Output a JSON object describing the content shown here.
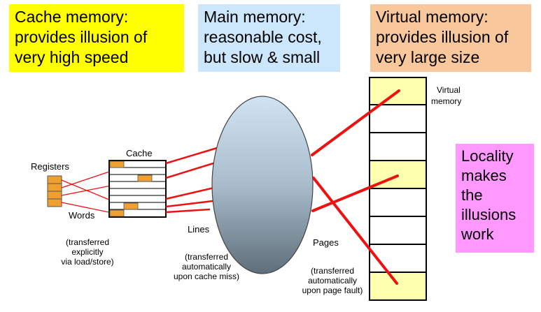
{
  "callouts": {
    "cache": [
      "Cache memory:",
      "provides illusion of",
      "very high speed"
    ],
    "main": [
      "Main memory:",
      "reasonable cost,",
      "but slow & small"
    ],
    "virtual": [
      "Virtual memory:",
      "provides illusion of",
      "very large size"
    ],
    "locality": [
      "Locality",
      "makes",
      "the",
      "illusions",
      "work"
    ]
  },
  "labels": {
    "registers": "Registers",
    "cache": "Cache",
    "words": "Words",
    "lines": "Lines",
    "pages": "Pages",
    "virtual_memory": [
      "Virtual",
      "memory"
    ]
  },
  "notes": {
    "words": [
      "(transferred",
      "explicitly",
      "via load/store)"
    ],
    "lines": [
      "(transferred",
      "automatically",
      "upon cache miss)"
    ],
    "pages": [
      "(transferred",
      "automatically",
      "upon page fault)"
    ]
  },
  "colors": {
    "cache_callout": "#ffff00",
    "main_callout": "#cce7fb",
    "virtual_callout": "#f8c89c",
    "locality_callout": "#ff99ff",
    "register_fill": "#f0a030",
    "page_fill": "#ffffb0",
    "transfer_line": "#ee1111"
  }
}
